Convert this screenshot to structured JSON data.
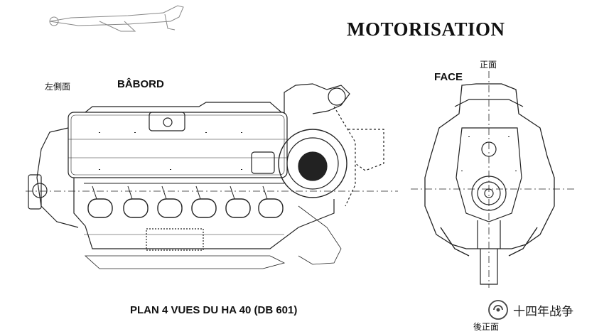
{
  "title": "MOTORISATION",
  "side_view": {
    "label_cn": "左側面",
    "label_fr": "BÂBORD"
  },
  "front_view": {
    "label_fr": "FACE",
    "label_cn_top": "正面",
    "label_cn_bottom": "後正面"
  },
  "caption": "PLAN 4 VUES DU HA 40 (DB 601)",
  "watermark": {
    "text": "十四年战争"
  },
  "colors": {
    "ink": "#111111",
    "paper": "#ffffff",
    "fill_gray": "#cfcfcf"
  }
}
